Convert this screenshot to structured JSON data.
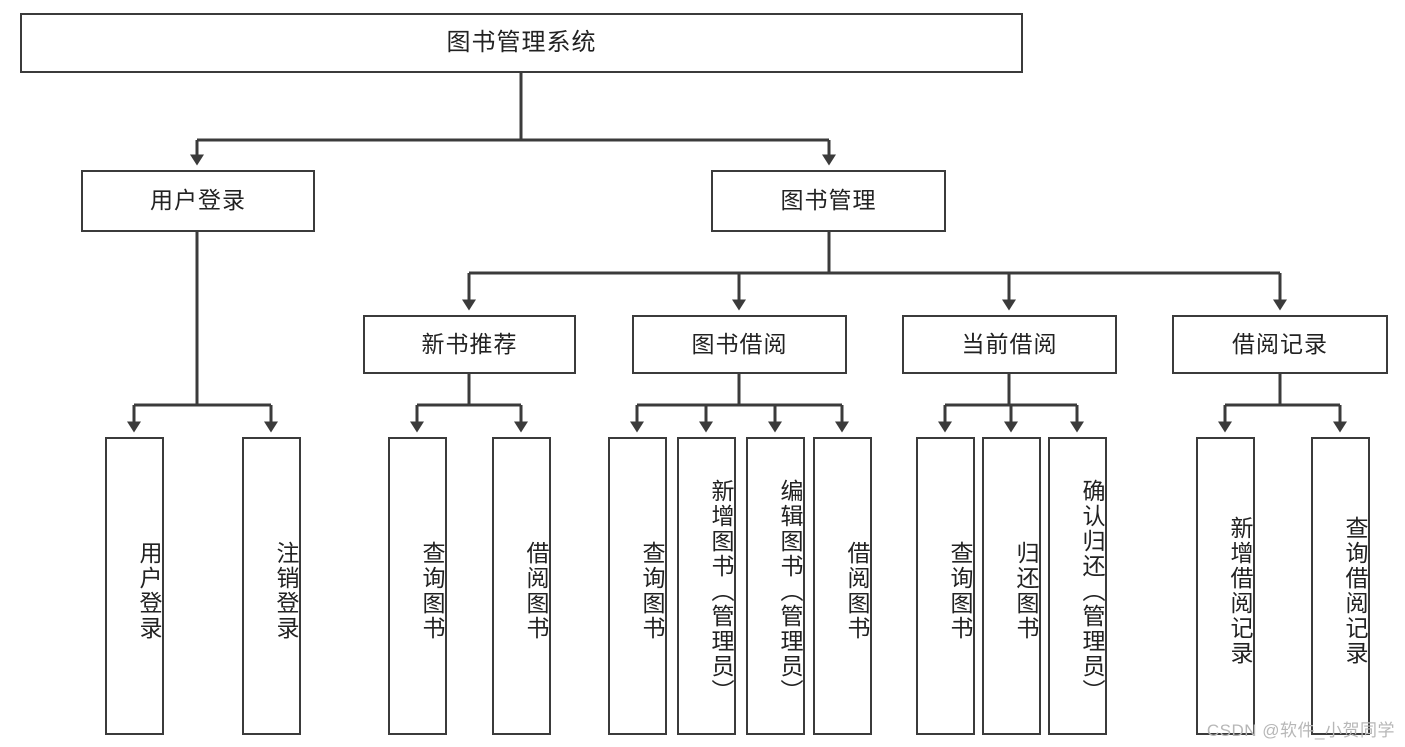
{
  "diagram": {
    "title": "图书管理系统",
    "watermark": "CSDN @软件_小贺同学",
    "line_color": "#3b3b3b",
    "text_color": "#222222",
    "background": "#ffffff",
    "levels": {
      "root": {
        "label": "图书管理系统"
      },
      "level1": [
        {
          "label": "用户登录"
        },
        {
          "label": "图书管理"
        }
      ],
      "level2": [
        {
          "label": "新书推荐"
        },
        {
          "label": "图书借阅"
        },
        {
          "label": "当前借阅"
        },
        {
          "label": "借阅记录"
        }
      ],
      "leaves_user_login": [
        {
          "label": "用户登录"
        },
        {
          "label": "注销登录"
        }
      ],
      "leaves_new_book": [
        {
          "label": "查询图书"
        },
        {
          "label": "借阅图书"
        }
      ],
      "leaves_borrow": [
        {
          "label": "查询图书"
        },
        {
          "label": "新增图书（管理员）"
        },
        {
          "label": "编辑图书（管理员）"
        },
        {
          "label": "借阅图书"
        }
      ],
      "leaves_current": [
        {
          "label": "查询图书"
        },
        {
          "label": "归还图书"
        },
        {
          "label": "确认归还（管理员）"
        }
      ],
      "leaves_records": [
        {
          "label": "新增借阅记录"
        },
        {
          "label": "查询借阅记录"
        }
      ]
    }
  }
}
